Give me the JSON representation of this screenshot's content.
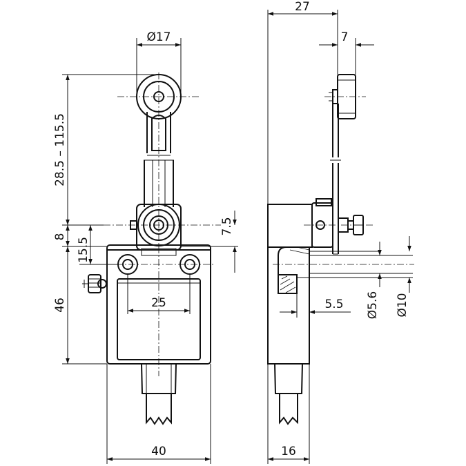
{
  "dimensions": {
    "roller_diameter": "Ø17",
    "lever_length": "28.5 – 115.5",
    "lever_offset": "7.5",
    "d8": "8",
    "d15_5": "15.5",
    "body_height": "46",
    "hole_spacing": "25",
    "body_width": "40",
    "side_width": "27",
    "roller_width": "7",
    "body_depth": "16",
    "d5_5": "5.5",
    "hole_d5_6": "Ø5.6",
    "counterbore_d10": "Ø10"
  }
}
